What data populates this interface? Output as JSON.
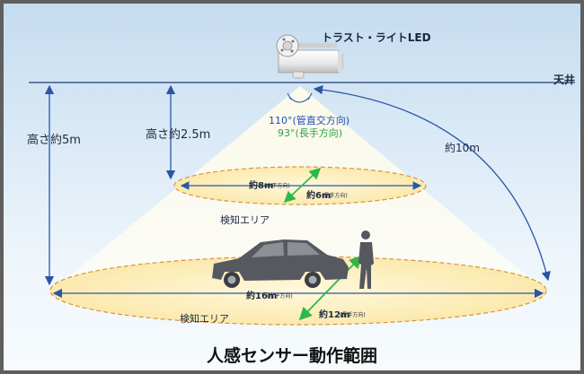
{
  "product_name": "トラスト・ライトLED",
  "ceiling_label": "天井",
  "height_5m_label": "高さ約5m",
  "height_25m_label": "高さ約2.5m",
  "angle_cross": "110°(管直交方向)",
  "angle_long": "93°(長手方向)",
  "distance_10m": "約10m",
  "upper_zone": {
    "width_label": "約8m",
    "width_note": "(水平方向)",
    "length_label": "約6m",
    "length_note": "(長手方向)",
    "area_label": "検知エリア"
  },
  "lower_zone": {
    "width_label": "約16m",
    "width_note": "(水平方向)",
    "length_label": "約12m",
    "length_note": "(長手方向)",
    "area_label": "検知エリア"
  },
  "caption": "人感センサー動作範囲",
  "colors": {
    "measure_blue": "#2b56a6",
    "length_green": "#2eb84a",
    "zone_fill": "#fff1c4",
    "zone_border": "#d9953a",
    "frame": "#5f5f5f"
  }
}
